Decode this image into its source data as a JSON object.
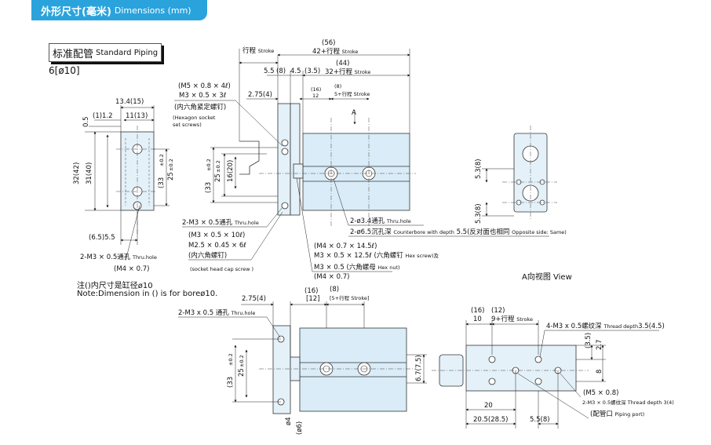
{
  "header": {
    "title_cn": "外形尺寸(毫米)",
    "title_en": "Dimensions (mm)"
  },
  "section": {
    "label_cn": "标准配管",
    "label_en": "Standard Piping",
    "bore": "6[ø10]"
  },
  "notes": {
    "line1": "注()内尺寸是缸径ø10",
    "line2": "Note:Dimension in () is for boreø10."
  },
  "view_label": {
    "cn": "A向视图",
    "en": "View"
  },
  "dims": {
    "d56": "(56)",
    "d42": "42+行程",
    "stroke": "Stroke",
    "d44": "(44)",
    "d32": "32+行程",
    "stroke_top": "行程",
    "d55": "5.5",
    "d8": "(8)",
    "d45": "4.5",
    "d35": "(3.5)",
    "d275": "2.75(4)",
    "d16": "(16)",
    "d12": "12",
    "d8b": "(8)",
    "d5": "5+行程",
    "arrowA": "A",
    "m5": "(M5 × 0.8 × 4ℓ)",
    "m3": "M3 × 0.5 × 3ℓ",
    "hex_cn": "(内六角紧定螺钉)",
    "hex_en1": "(Hexagon socket",
    "hex_en2": "set screws)",
    "d134": "13.4(15)",
    "d112": "(1)1.2",
    "d1113": "11(13)",
    "d05": "0.5",
    "d3242": "32(42)",
    "d3140": "31(40)",
    "d3313": "(33",
    "tol1": "±0.2",
    "d25": "25",
    "tol2": "±0.2",
    "d1620": "16(20)",
    "d655": "(6.5)5.5",
    "thru1": "2-M3 × 0.5通孔",
    "thru_en": "Thru.hole",
    "m47": "(M4 × 0.7)",
    "thru2": "2-M3 × 0.5通孔",
    "m310": "(M3 × 0.5 × 10ℓ)",
    "m25": "M2.5 × 0.45 × 6ℓ",
    "sock_cn": "(内六角螺钉)",
    "sock_en": "(socket head cap screw )",
    "ø34": "2-ø3.4通孔",
    "ø34_en": "Thru.hole",
    "ø65": "2-ø6.5沉孔深",
    "ø65_en": "Counterbore with depth",
    "ø65_tail": "5.5(反对面也相同",
    "opp": "Opposite side: Same)",
    "m4145": "(M4 × 0.7 × 14.5ℓ)",
    "m3125": "M3 × 0.5 × 12.5ℓ (六角螺钉",
    "hexscrew": "Hex screw)及",
    "m305": "M3 × 0.5 (六角螺母",
    "hexnut": "Hex nut)",
    "m47b": "(M4 × 0.7)",
    "d538": "5.3(8)",
    "d538b": "5.3(8)",
    "b275": "2.75(4)",
    "b16": "(16)",
    "b12": "[12]",
    "b8": "(8)",
    "b5": "[5+行程",
    "bstroke": "Stroke]",
    "bthru": "2-M3 x 0.5 通孔",
    "bthru_en": "Thru.hole",
    "b3313": "(33",
    "btol": "±0.2",
    "b25": "25",
    "btol2": "±0.2",
    "bø4": "ø4",
    "bø6": "(ø6)",
    "b675": "6.7(7.5)",
    "c16": "(16)",
    "c10": "10",
    "c12": "(12)",
    "c9": "9+行程",
    "cstroke": "Stroke",
    "c4m3": "4-M3 x 0.5螺纹深",
    "c4m3_en": "Thread depth",
    "c4m3_v": "3.5(4.5)",
    "c35": "(3.5)",
    "c27": "2.7",
    "c8": "8",
    "c20": "20",
    "c205": "20.5(28.5)",
    "c558": "5.5(8)",
    "cm5": "(M5 × 0.8)",
    "c2m3": "2-M3 × 0.5螺纹深",
    "c2m3_en": "Thread depth 3(4)",
    "port_cn": "(配管口",
    "port_en": "Piping port)"
  },
  "colors": {
    "tab": "#2aa3dc",
    "body": "#d9ecf7"
  }
}
